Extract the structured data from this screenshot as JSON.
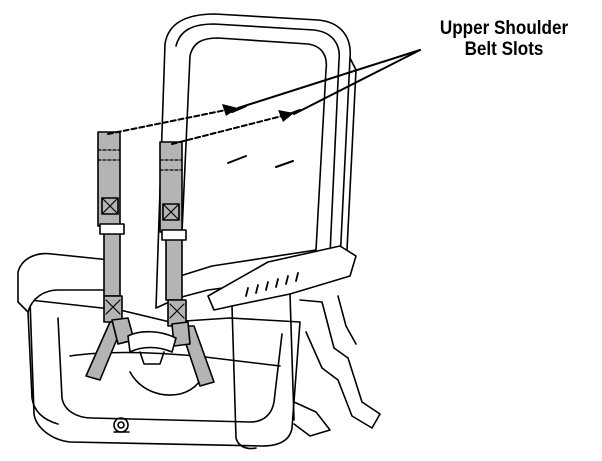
{
  "callout": {
    "line1": "Upper Shoulder",
    "line2": "Belt Slots"
  },
  "colors": {
    "outline": "#000000",
    "strap_fill": "#b4b4b4",
    "seat_fill": "#ffffff",
    "background": "#ffffff"
  },
  "icons": {
    "seat": "car-seat-illustration",
    "strap": "harness-strap",
    "buckle": "harness-buckle",
    "arrow": "arrow-head"
  }
}
